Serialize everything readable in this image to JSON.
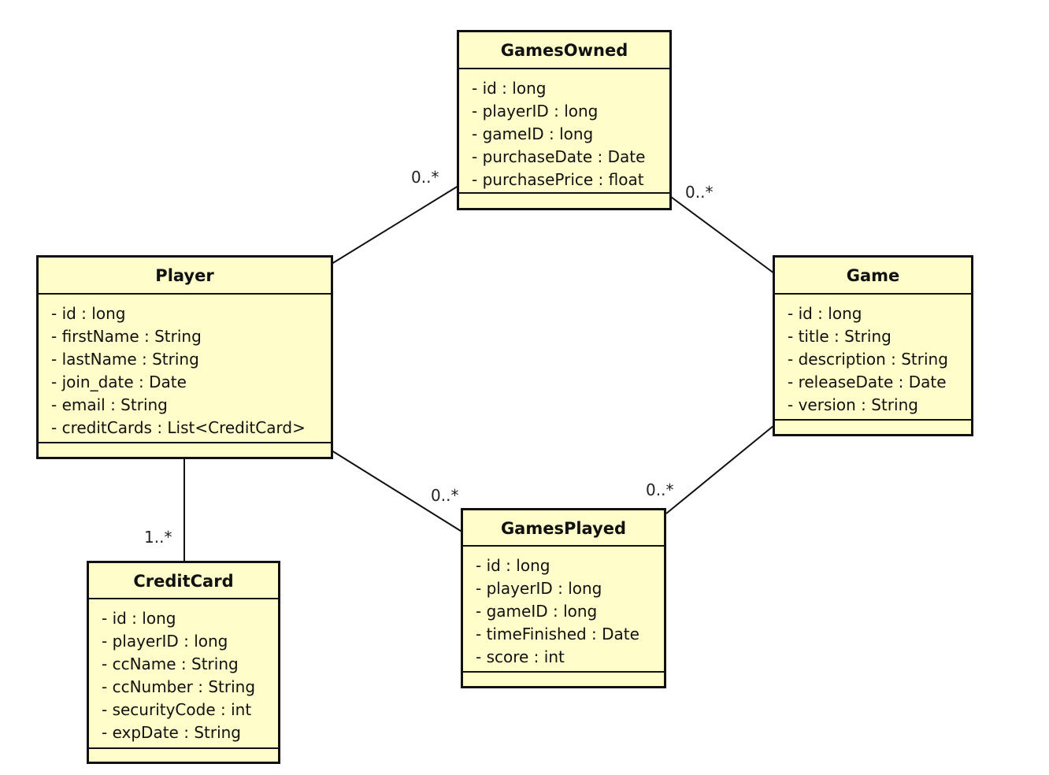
{
  "classes": {
    "gamesOwned": {
      "name": "GamesOwned",
      "attributes": [
        "- id : long",
        "- playerID : long",
        "- gameID : long",
        "- purchaseDate : Date",
        "- purchasePrice : float"
      ]
    },
    "player": {
      "name": "Player",
      "attributes": [
        "- id : long",
        "- firstName : String",
        "- lastName : String",
        "- join_date : Date",
        "- email : String",
        "- creditCards : List<CreditCard>"
      ]
    },
    "game": {
      "name": "Game",
      "attributes": [
        "- id : long",
        "- title : String",
        "- description : String",
        "- releaseDate : Date",
        "- version : String"
      ]
    },
    "gamesPlayed": {
      "name": "GamesPlayed",
      "attributes": [
        "- id : long",
        "- playerID : long",
        "- gameID : long",
        "- timeFinished : Date",
        "- score : int"
      ]
    },
    "creditCard": {
      "name": "CreditCard",
      "attributes": [
        "- id : long",
        "- playerID : long",
        "- ccName : String",
        "- ccNumber : String",
        "- securityCode : int",
        "- expDate : String"
      ]
    }
  },
  "associations": {
    "player_gamesOwned": {
      "multiplicity": "0..*"
    },
    "game_gamesOwned": {
      "multiplicity": "0..*"
    },
    "player_gamesPlayed": {
      "multiplicity": "0..*"
    },
    "game_gamesPlayed": {
      "multiplicity": "0..*"
    },
    "player_creditCard": {
      "multiplicity": "1..*"
    }
  }
}
